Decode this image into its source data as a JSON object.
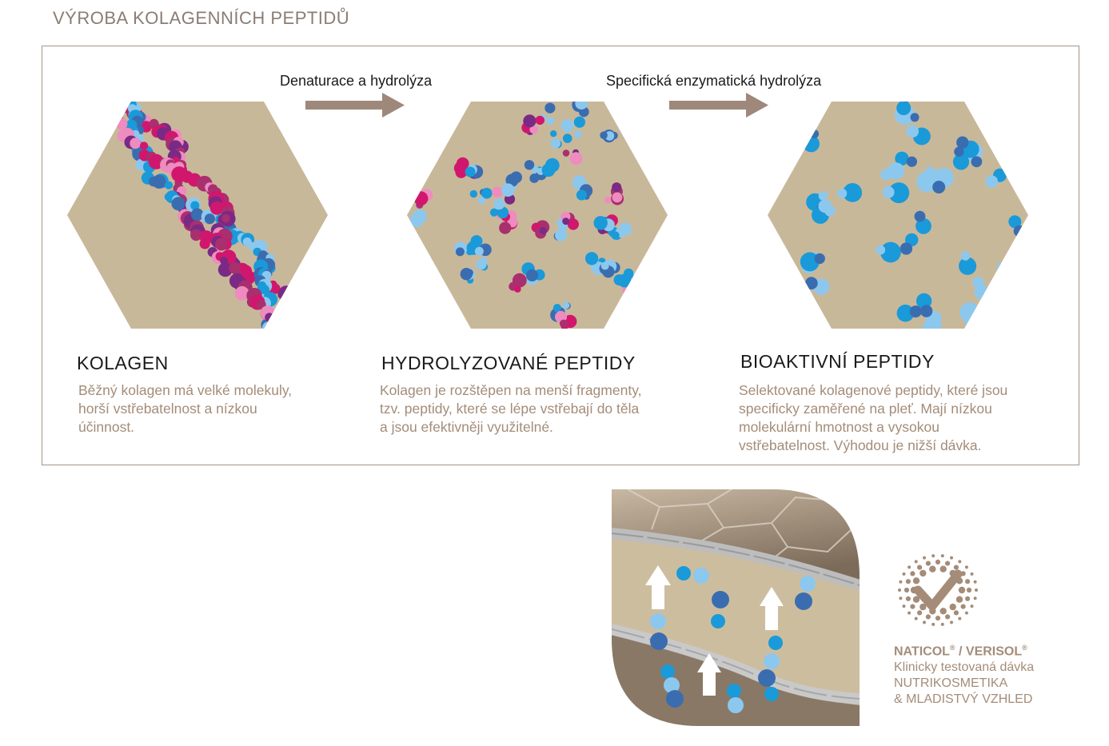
{
  "title": "VÝROBA KOLAGENNÍCH PEPTIDŮ",
  "process": {
    "step1_label": "Denaturace a hydrolýza",
    "step2_label": "Specifická enzymatická hydrolýza"
  },
  "stages": [
    {
      "title": "KOLAGEN",
      "description": [
        "Běžný kolagen má velké molekuly,",
        "horší vstřebatelnost a nízkou",
        "účinnost."
      ]
    },
    {
      "title": "HYDROLYZOVANÉ PEPTIDY",
      "description": [
        "Kolagen je rozštěpen na menší fragmenty,",
        "tzv. peptidy, které se lépe vstřebají do těla",
        "a jsou efektivněji využitelné."
      ]
    },
    {
      "title": "BIOAKTIVNÍ PEPTIDY",
      "description": [
        "Selektované kolagenové peptidy, které jsou",
        "specificky zaměřené na pleť. Mají nízkou",
        "molekulární hmotnost a vysokou",
        "vstřebatelnost. Výhodou je nižší dávka."
      ]
    }
  ],
  "brand": {
    "name": "NATICOL",
    "separator": " / ",
    "name2": "VERISOL",
    "reg": "®",
    "line2": "Klinicky testovaná dávka",
    "line3": "NUTRIKOSMETIKA",
    "line4": "& MLADISTVÝ VZHLED"
  },
  "colors": {
    "hex_fill": "#c8b89a",
    "arrow": "#9e887a",
    "frame": "#a89488",
    "text_accent": "#a48c78",
    "blue": "#1a9ad9",
    "light_blue": "#8cc8ee",
    "dark_blue": "#3a6db0",
    "magenta": "#d0176d",
    "pink": "#ee8cbf",
    "purple": "#7a2a85"
  },
  "icons": [
    "arrow-right-icon",
    "arrow-up-icon",
    "check-badge-icon"
  ]
}
